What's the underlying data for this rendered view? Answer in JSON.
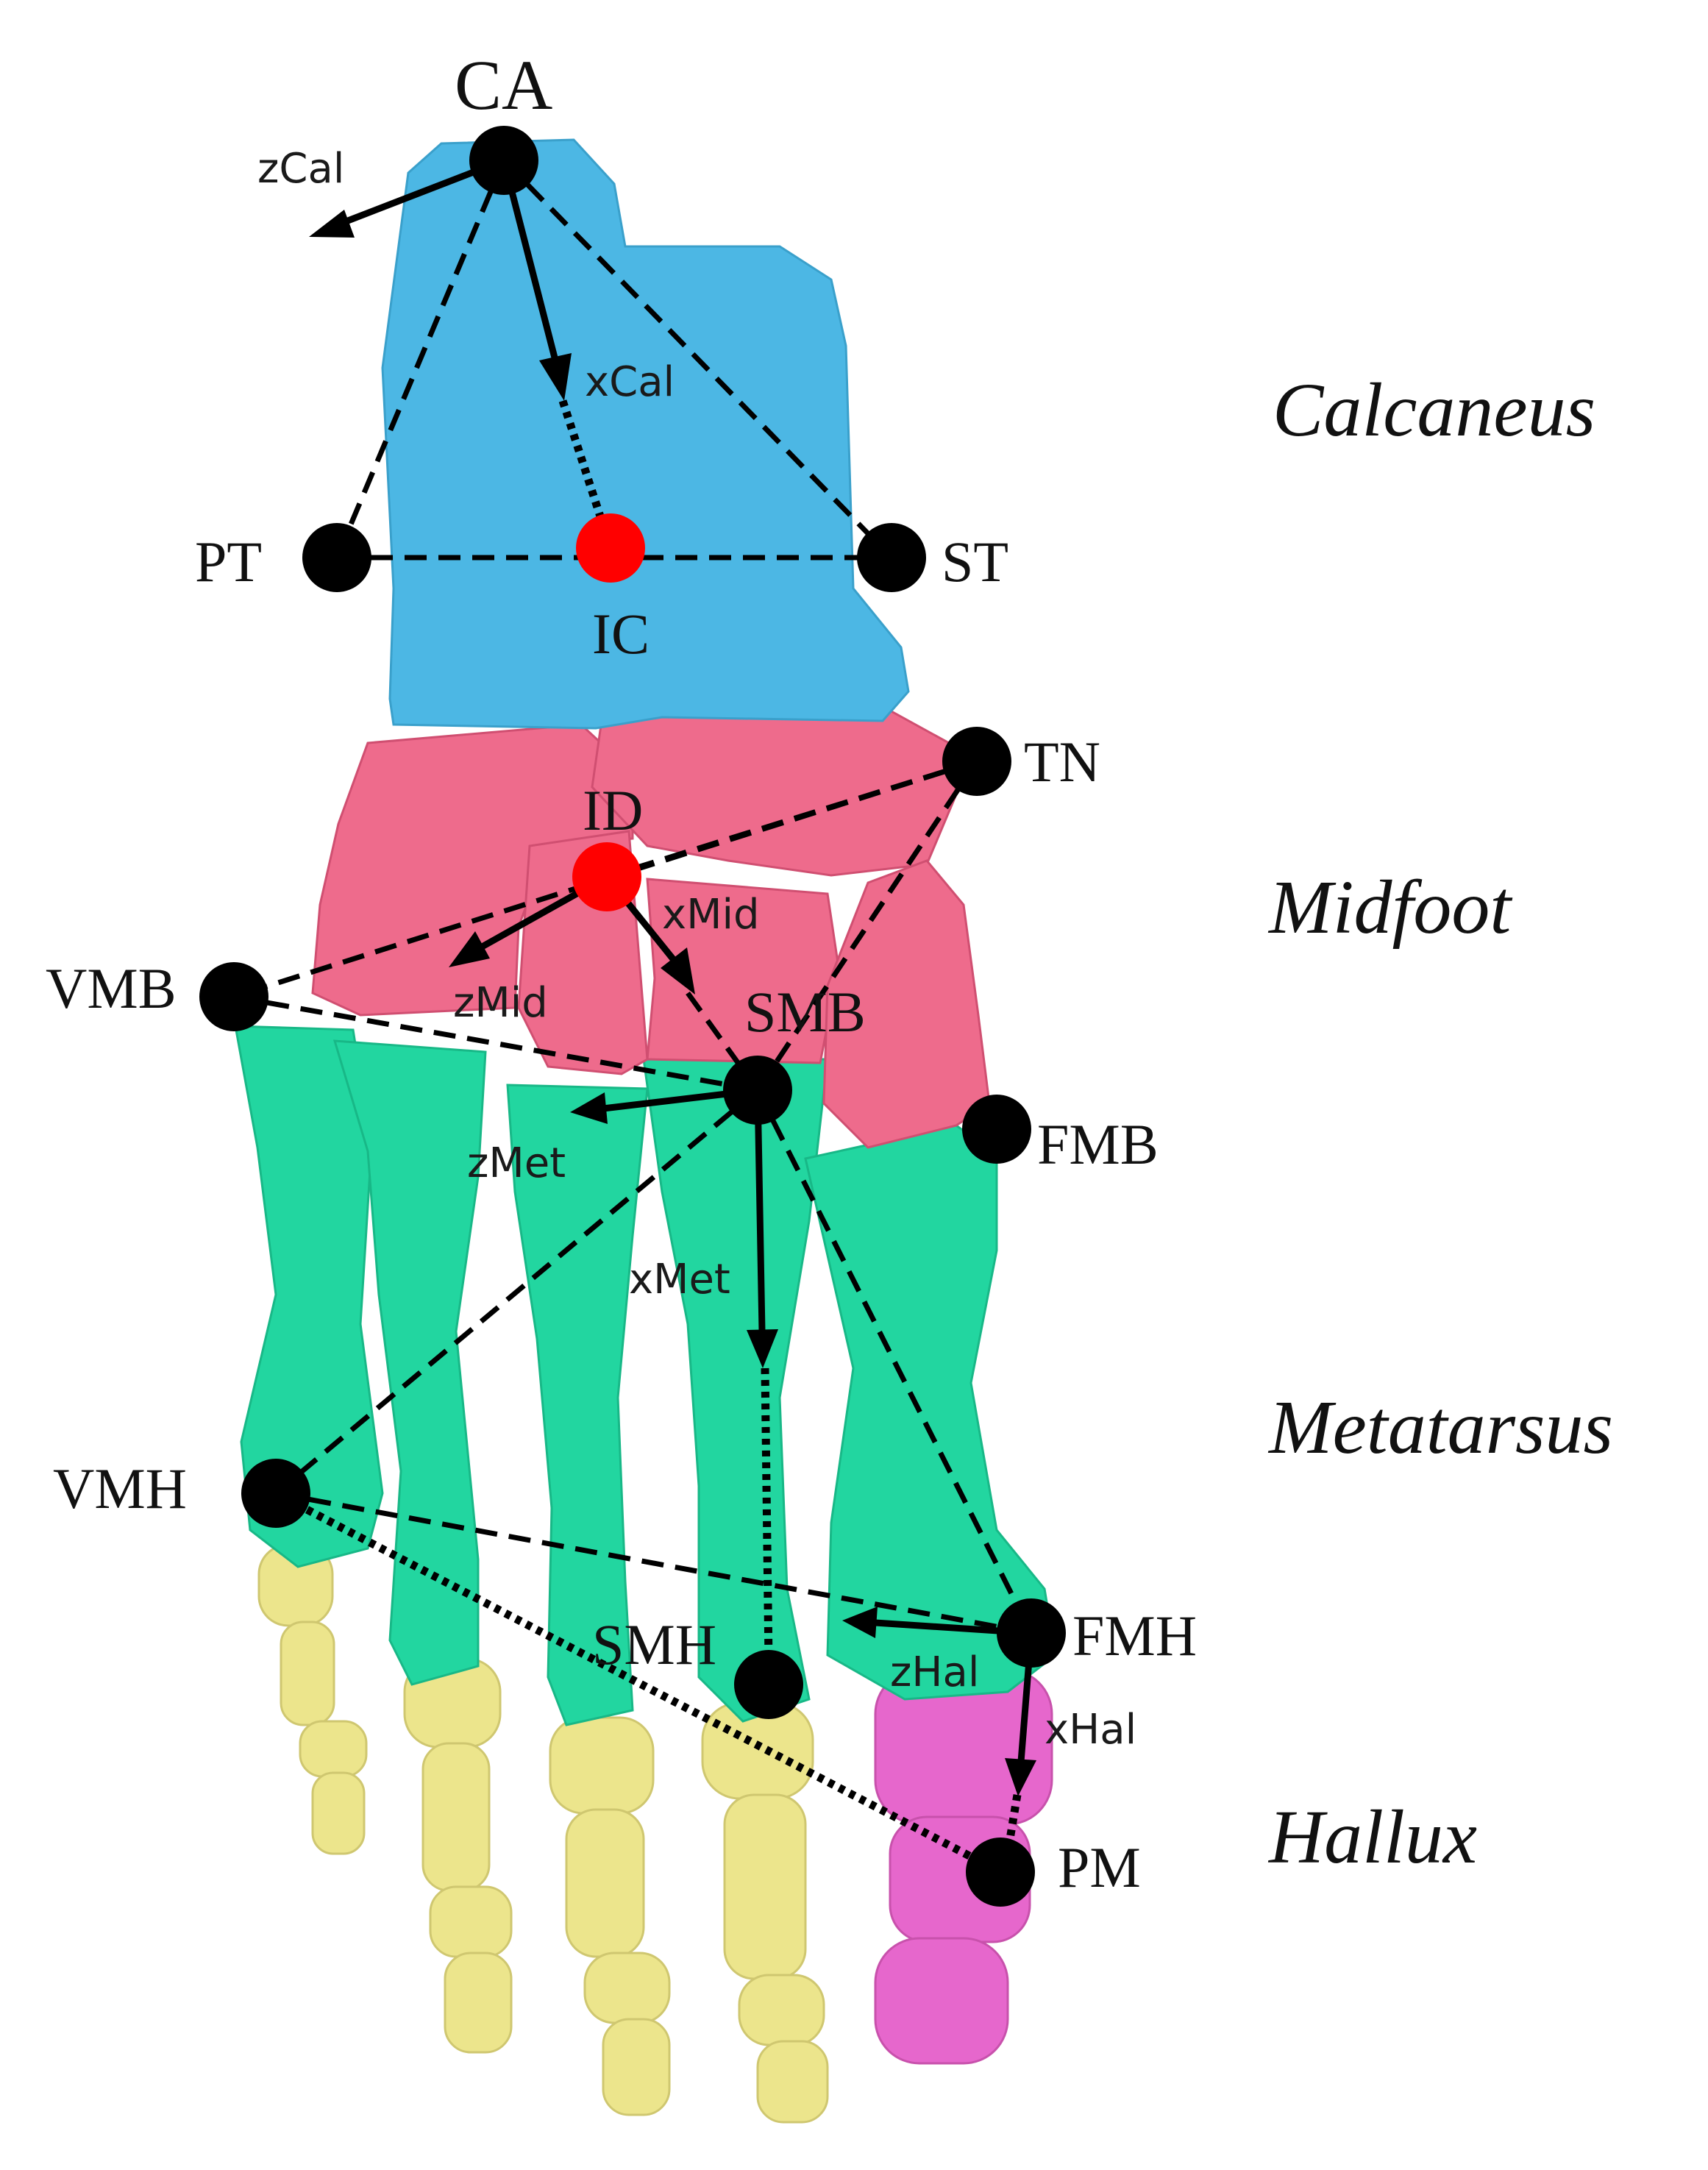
{
  "figure": {
    "points": {
      "CA": "CA",
      "PT": "PT",
      "ST": "ST",
      "IC": "IC",
      "TN": "TN",
      "ID": "ID",
      "VMB": "VMB",
      "SMB": "SMB",
      "FMB": "FMB",
      "VMH": "VMH",
      "SMH": "SMH",
      "FMH": "FMH",
      "PM": "PM"
    },
    "axes": {
      "zCal": "zCal",
      "xCal": "xCal",
      "xMid": "xMid",
      "zMid": "zMid",
      "zMet": "zMet",
      "xMet": "xMet",
      "zHal": "zHal",
      "xHal": "xHal"
    },
    "regions": {
      "calcaneus": "Calcaneus",
      "midfoot": "Midfoot",
      "metatarsus": "Metatarsus",
      "hallux": "Hallux"
    },
    "colors": {
      "calcaneus": "#4cb7e4",
      "midfoot": "#ee6b8c",
      "metatarsus": "#22d6a0",
      "hallux": "#e667cc",
      "phalanges": "#ece58c",
      "landmark": "#000000",
      "center": "#ff0000"
    }
  }
}
